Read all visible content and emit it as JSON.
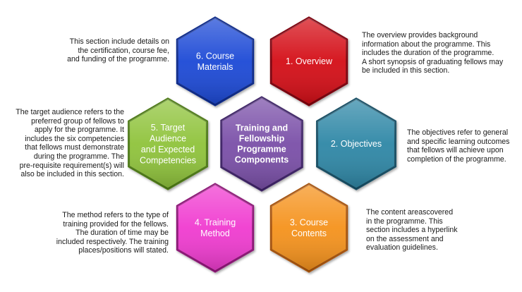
{
  "hexagons": [
    {
      "id": "materials",
      "label_lines": [
        "6. Course",
        "Materials"
      ],
      "fill": "#1f49d6",
      "edge": "#0b2a8a"
    },
    {
      "id": "overview",
      "label_lines": [
        "1. Overview"
      ],
      "fill": "#d40f15",
      "edge": "#7d0508"
    },
    {
      "id": "audience",
      "label_lines": [
        "5. Target",
        "Audience",
        "and Expected",
        "Competencies"
      ],
      "fill": "#8fc33b",
      "edge": "#4e7a16"
    },
    {
      "id": "center",
      "label_lines": [
        "Training and",
        "Fellowship",
        "Programme",
        "Components"
      ],
      "fill": "#7a4fa8",
      "edge": "#3e2266"
    },
    {
      "id": "objectives",
      "label_lines": [
        "2. Objectives"
      ],
      "fill": "#2f87a6",
      "edge": "#134d63"
    },
    {
      "id": "method",
      "label_lines": [
        "4. Training",
        "Method"
      ],
      "fill": "#f03ad0",
      "edge": "#8c1476"
    },
    {
      "id": "contents",
      "label_lines": [
        "3. Course",
        "Contents"
      ],
      "fill": "#f5921e",
      "edge": "#a6530a"
    }
  ],
  "descriptions": {
    "materials": [
      "This section include details on",
      "the certification, course fee,",
      "and funding of the programme."
    ],
    "overview": [
      "The overview provides background",
      "information about the programme. This",
      "includes  the duration of the programme.",
      "A short synopsis of graduating fellows may",
      "be included in this section."
    ],
    "audience": [
      "The  target audience refers to the",
      "preferred group of fellows to",
      "apply for the programme. It",
      "includes the six competencies",
      "that fellows  must demonstrate",
      "during the programme. The",
      "pre-requisite requirement(s) will",
      "also be included in this section."
    ],
    "objectives": [
      "The objectives refer to general",
      "and specific learning outcomes",
      "that fellows will achieve upon",
      "completion of the programme."
    ],
    "method": [
      "The method refers to the type of",
      "training provided for the fellows.",
      "The duration of time may be",
      "included respectively. The training",
      "places/positions will stated."
    ],
    "contents": [
      "The content areascovered",
      "in the programme. This",
      "section includes a hyperlink",
      "on the assessment and",
      "evaluation guidelines."
    ]
  }
}
